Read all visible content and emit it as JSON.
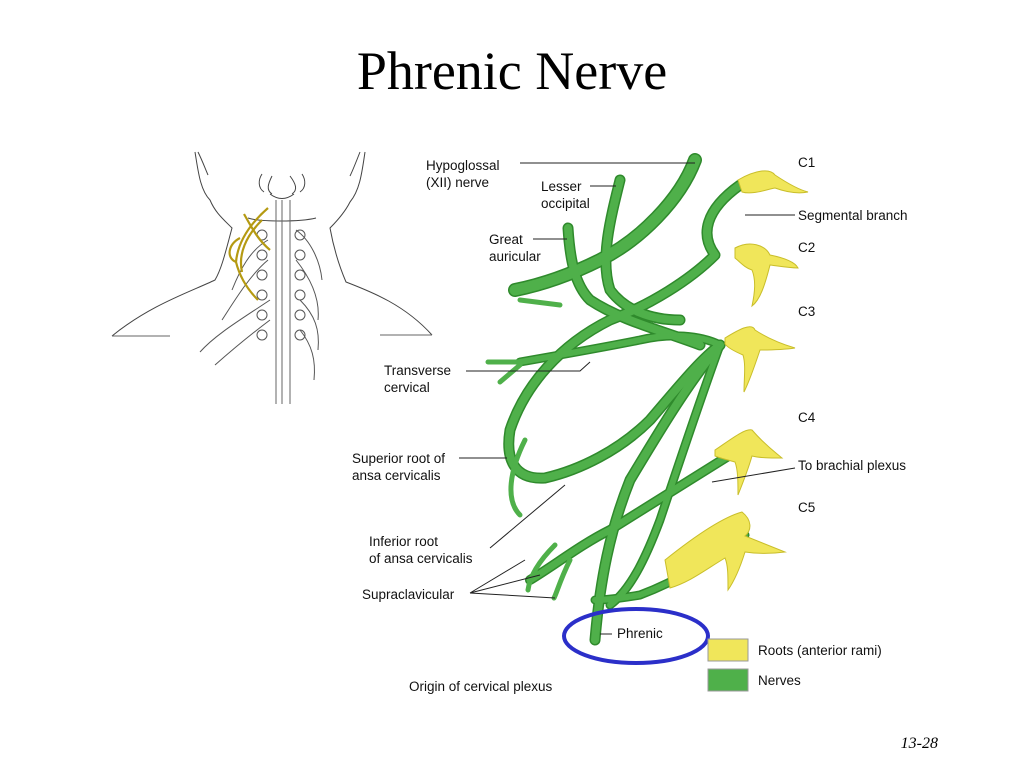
{
  "slide": {
    "title": "Phrenic Nerve",
    "number": "13-28"
  },
  "diagram": {
    "labels": {
      "hypoglossal_1": "Hypoglossal",
      "hypoglossal_2": "(XII) nerve",
      "lesser_occipital_1": "Lesser",
      "lesser_occipital_2": "occipital",
      "great_auricular_1": "Great",
      "great_auricular_2": "auricular",
      "transverse_cervical_1": "Transverse",
      "transverse_cervical_2": "cervical",
      "superior_root_1": "Superior root of",
      "superior_root_2": "ansa cervicalis",
      "inferior_root_1": "Inferior root",
      "inferior_root_2": "of ansa cervicalis",
      "supraclavicular": "Supraclavicular",
      "phrenic": "Phrenic",
      "origin": "Origin of cervical plexus",
      "c1": "C1",
      "segmental_branch": "Segmental branch",
      "c2": "C2",
      "c3": "C3",
      "c4": "C4",
      "to_brachial_plexus": "To brachial  plexus",
      "c5": "C5"
    },
    "legend": [
      {
        "label": "Roots (anterior rami)",
        "color": "#f0e65a"
      },
      {
        "label": "Nerves",
        "color": "#4fb04a"
      }
    ],
    "highlight_color": "#2b2fc9",
    "nerve_color": "#4fb04a",
    "nerve_edge_color": "#2f8a2c",
    "root_color": "#f0e65a"
  }
}
